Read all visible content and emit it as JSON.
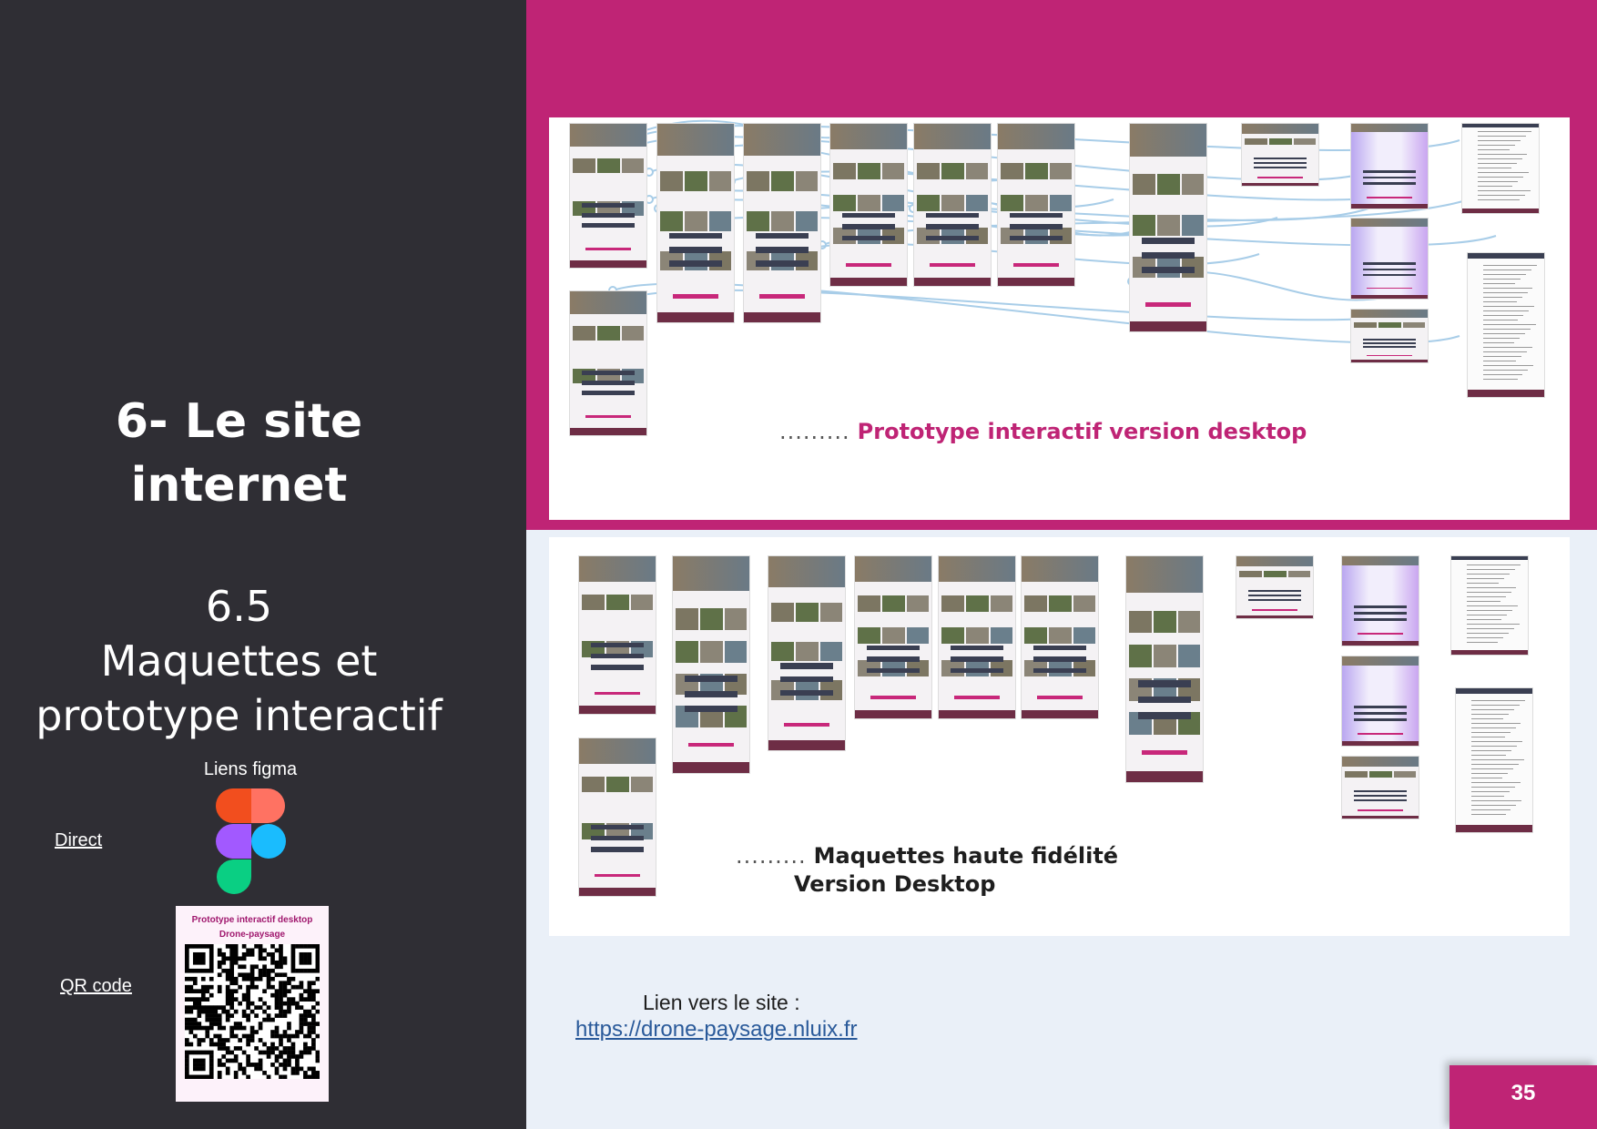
{
  "left": {
    "title_line1": "6- Le site",
    "title_line2": "internet",
    "subtitle_line1": "6.5",
    "subtitle_line2": "Maquettes et",
    "subtitle_line3": "prototype interactif",
    "figma_label": "Liens figma",
    "link_direct": "Direct",
    "link_qr": "QR code",
    "qr_card_title1": "Prototype interactif desktop",
    "qr_card_title2": "Drone-paysage"
  },
  "panels": {
    "proto_caption": "Prototype interactif version desktop",
    "maq_caption_line1": "Maquettes haute fidélité",
    "maq_caption_line2": "Version Desktop",
    "dots": "........."
  },
  "footer": {
    "site_label": "Lien vers le site :",
    "site_url": "https://drone-paysage.nluix.fr",
    "page_number": "35"
  },
  "colors": {
    "accent": "#bf2475",
    "dark": "#2f2e34",
    "link": "#2a5a9a"
  },
  "icons": [
    "figma-logo-icon",
    "qr-code-icon"
  ]
}
